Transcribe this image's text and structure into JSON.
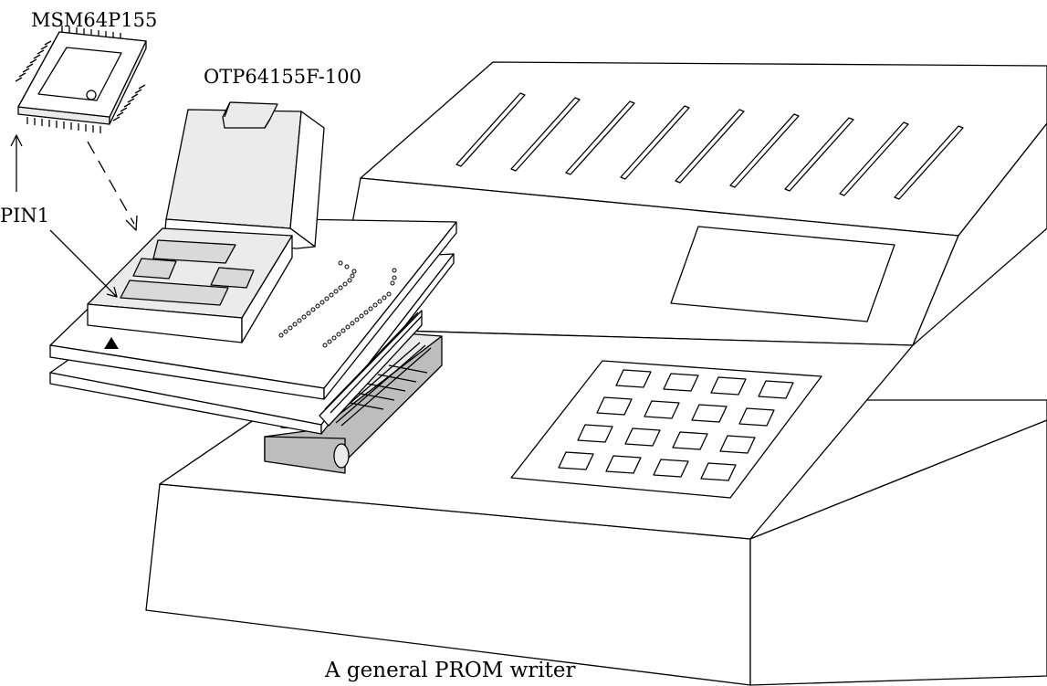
{
  "labels": {
    "chip": "MSM64P155",
    "adapter": "OTP64155F-100",
    "pin": "PIN1",
    "caption": "A general PROM writer"
  },
  "colors": {
    "line": "#000000",
    "background": "#ffffff",
    "socket_gray": "#d9d9d9",
    "connector_gray": "#bdbdbd"
  }
}
